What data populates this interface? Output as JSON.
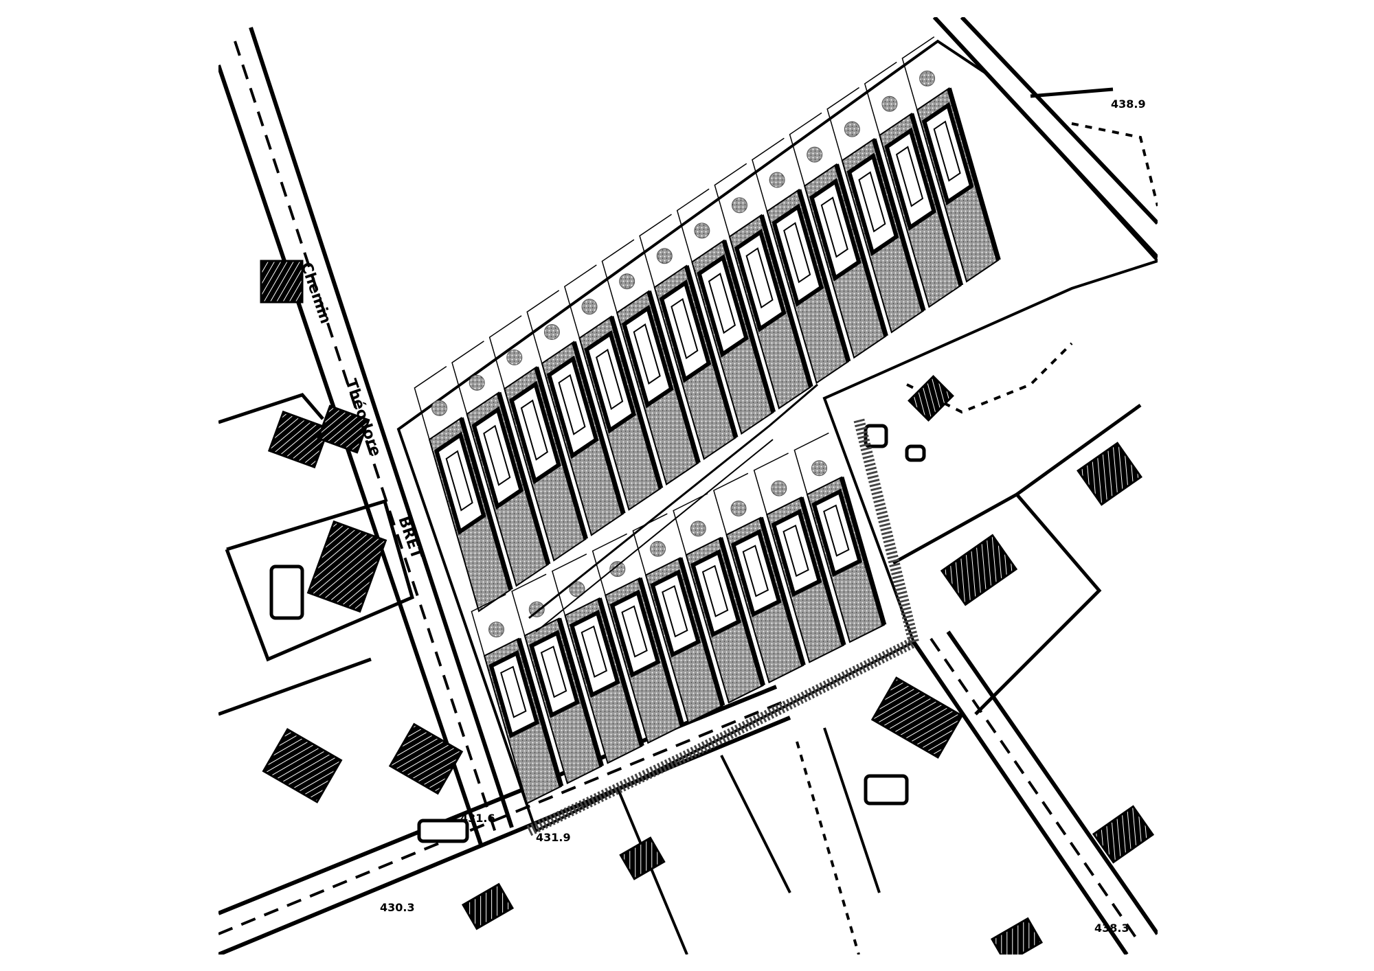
{
  "map": {
    "street_name": [
      "Chemin",
      "Théodore",
      "BRET"
    ],
    "elevations": [
      "431.6",
      "431.9",
      "430.3",
      "438.9",
      "438.3"
    ],
    "upper_row_units": 14,
    "lower_row_units": 9,
    "colors": {
      "ink": "#000000",
      "paper": "#ffffff",
      "garden_tone": "#8a8a8a"
    }
  }
}
